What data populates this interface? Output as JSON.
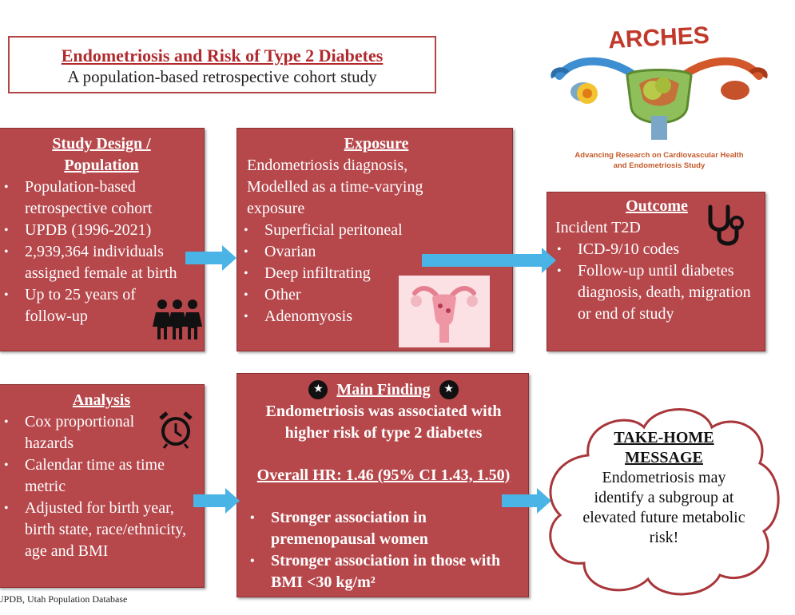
{
  "header": {
    "title": "Endometriosis and Risk of Type 2 Diabetes",
    "subtitle": "A population-based retrospective cohort study"
  },
  "logo": {
    "name": "ARCHES",
    "tagline_1": "Advancing Research on Cardiovascular Health",
    "tagline_2": "and Endometriosis Study"
  },
  "study_design": {
    "title_1": "Study Design /",
    "title_2": "Population",
    "items": [
      "Population-based retrospective cohort",
      "UPDB (1996-2021)",
      "2,939,364 individuals assigned female at birth",
      "Up to 25 years of follow-up"
    ]
  },
  "exposure": {
    "title": "Exposure",
    "intro": "Endometriosis diagnosis, Modelled as a time-varying exposure",
    "items": [
      "Superficial peritoneal",
      "Ovarian",
      "Deep infiltrating",
      "Other",
      "Adenomyosis"
    ]
  },
  "outcome": {
    "title": "Outcome",
    "intro": "Incident T2D",
    "items": [
      "ICD-9/10 codes",
      "Follow-up until diabetes diagnosis, death, migration or end of study"
    ]
  },
  "analysis": {
    "title": "Analysis",
    "items": [
      "Cox proportional hazards",
      "Calendar time as time metric",
      "Adjusted for birth year, birth state, race/ethnicity, age and BMI"
    ]
  },
  "main_finding": {
    "title": "Main Finding",
    "statement": "Endometriosis was associated with higher risk of type 2 diabetes",
    "hr": "Overall HR: 1.46 (95% CI 1.43, 1.50)",
    "items": [
      "Stronger association in premenopausal women",
      "Stronger association in those with BMI <30 kg/m²"
    ]
  },
  "take_home": {
    "title_1": "TAKE-HOME",
    "title_2": "MESSAGE",
    "text": "Endometriosis may identify a subgroup at elevated future metabolic risk!"
  },
  "footnote": "UPDB, Utah Population Database",
  "colors": {
    "card": "#b6474b",
    "arrow": "#4bb4e6",
    "title_red": "#b02a2e"
  }
}
